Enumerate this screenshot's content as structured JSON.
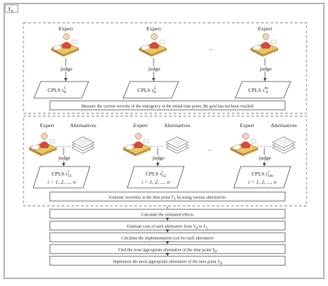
{
  "frame": {
    "title": "T",
    "title_sub": "0"
  },
  "stage1": {
    "experts": [
      {
        "label": "Expert",
        "judge": "judge",
        "cpls": "CPLS τ",
        "sup": "1",
        "sub": "0"
      },
      {
        "label": "Expert",
        "judge": "judge",
        "cpls": "CPLS τ",
        "sup": "2",
        "sub": "0"
      },
      {
        "label": "Expert",
        "judge": "judge",
        "cpls": "CPLS τ",
        "sup": "m",
        "sub": "0"
      }
    ],
    "ellipsis": "...",
    "caption": "Measure the current severity of the emergency at the initial time point, the goal has not been reached"
  },
  "stage2": {
    "groups": [
      {
        "expert": "Expert",
        "alternatives": "Alternatives",
        "judge": "judge",
        "cpls": "CPLS τ",
        "sup": "i",
        "sub": "11",
        "range": "i = 1, 2, ..., n"
      },
      {
        "expert": "Expert",
        "alternatives": "Alternatives",
        "judge": "judge",
        "cpls": "CPLS τ",
        "sup": "i",
        "sub": "12",
        "range": "i = 1, 2, ..., n"
      },
      {
        "expert": "Expert",
        "alternatives": "Alternatives",
        "judge": "judge",
        "cpls": "CPLS τ",
        "sup": "i",
        "sub": "1m",
        "range": "i = 1, 2, ..., n"
      }
    ],
    "ellipsis": "...",
    "caption": "Estimate severities at the time point T",
    "caption_sub": "1",
    "caption_tail": " by using various alternatives"
  },
  "steps": [
    {
      "text": "Calculate the estimated effects"
    },
    {
      "text": "Estimate cost of each alternative from T",
      "s1": "0",
      "mid": " to T",
      "s2": "1"
    },
    {
      "text": "Calculate the implementation cost for each alternative"
    },
    {
      "text": "Find the most appropriate alternative of the time point T",
      "s1": "0"
    },
    {
      "text": "Implement the most appropriate alternative of the time point T",
      "s1": "0"
    }
  ]
}
